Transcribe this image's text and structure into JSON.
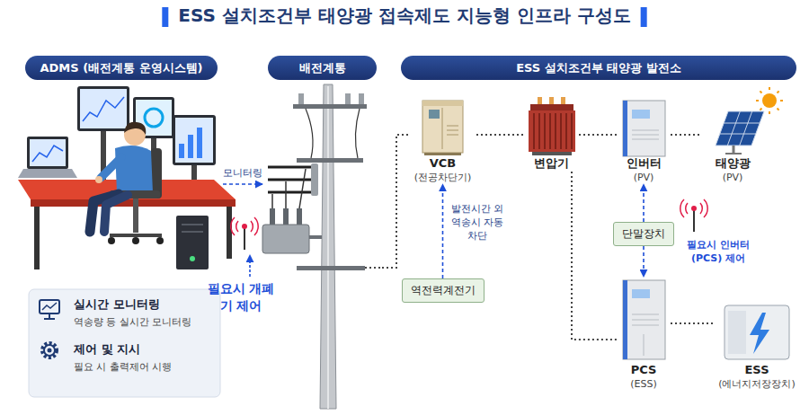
{
  "diagram": {
    "title": "ESS 설치조건부 태양광 접속제도 지능형 인프라 구성도",
    "nodes": [
      {
        "text": [
          "ADMS (배전계통 운영시스템)"
        ]
      },
      {
        "text": [
          "배전계통"
        ]
      },
      {
        "text": [
          "ESS 설치조건부 태양광 발전소"
        ]
      },
      {
        "text": [
          "실시간 모니터링",
          "역송량 등 실시간 모니터링",
          "제어 및 지시",
          "필요 시 출력제어 시행"
        ],
        "in": 0
      },
      {
        "text": [
          "VCB",
          "(전공차단기)"
        ],
        "in": 2
      },
      {
        "text": [
          "변압기"
        ],
        "in": 2
      },
      {
        "text": [
          "인버터",
          "(PV)"
        ],
        "in": 2
      },
      {
        "text": [
          "태양광",
          "(PV)"
        ],
        "in": 2
      },
      {
        "text": [
          "역전력계전기"
        ],
        "in": 2
      },
      {
        "text": [
          "단말장치"
        ],
        "in": 2
      },
      {
        "text": [
          "PCS",
          "(ESS)"
        ],
        "in": 2
      },
      {
        "text": [
          "ESS",
          "(에너지저장장치)"
        ],
        "in": 2
      }
    ],
    "edges": [
      {
        "from": 0,
        "to": 1,
        "arrow": "to",
        "label": "모니터링"
      },
      {
        "from": 1,
        "to": 4,
        "arrow": "none"
      },
      {
        "from": 4,
        "to": 5,
        "arrow": "none"
      },
      {
        "from": 5,
        "to": 6,
        "arrow": "none"
      },
      {
        "from": 6,
        "to": 7,
        "arrow": "none"
      },
      {
        "from": 5,
        "to": 10,
        "arrow": "none"
      },
      {
        "from": 10,
        "to": 11,
        "arrow": "none"
      },
      {
        "from": 8,
        "to": 4,
        "arrow": "to",
        "label": "발전시간 외 역송시 자동차단"
      },
      {
        "from": 9,
        "to": 6,
        "arrow": "to"
      },
      {
        "from": 9,
        "to": 10,
        "arrow": "to"
      }
    ],
    "labels": [
      "필요시 개폐기 제어",
      "필요시 인버터(PCS) 제어"
    ]
  }
}
